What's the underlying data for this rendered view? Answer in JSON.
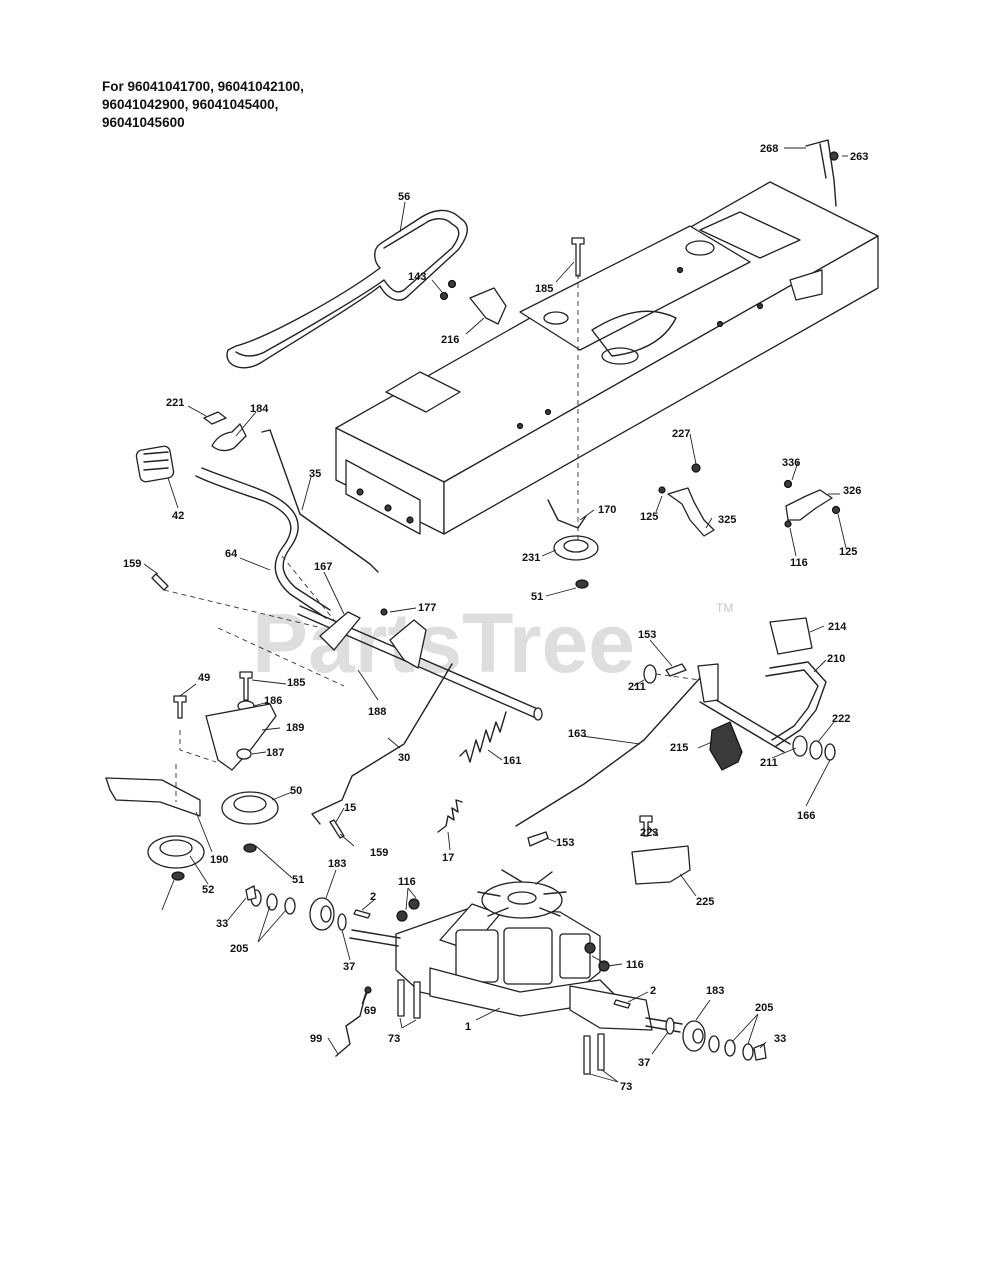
{
  "header": {
    "lines": [
      "For 96041041700, 96041042100,",
      "96041042900, 96041045400,",
      "96041045600"
    ]
  },
  "watermark": {
    "text": "PartsTree",
    "tm": "TM"
  },
  "callouts": [
    "268",
    "263",
    "56",
    "185",
    "143",
    "216",
    "221",
    "184",
    "35",
    "42",
    "227",
    "336",
    "326",
    "170",
    "125",
    "325",
    "125",
    "116",
    "231",
    "51",
    "64",
    "159",
    "167",
    "177",
    "214",
    "210",
    "153",
    "211",
    "49",
    "185",
    "186",
    "188",
    "189",
    "187",
    "163",
    "215",
    "222",
    "161",
    "30",
    "211",
    "166",
    "50",
    "15",
    "190",
    "159",
    "17",
    "153",
    "223",
    "183",
    "116",
    "225",
    "2",
    "51",
    "52",
    "33",
    "205",
    "37",
    "116",
    "69",
    "2",
    "183",
    "205",
    "99",
    "1",
    "73",
    "33",
    "37",
    "73"
  ]
}
